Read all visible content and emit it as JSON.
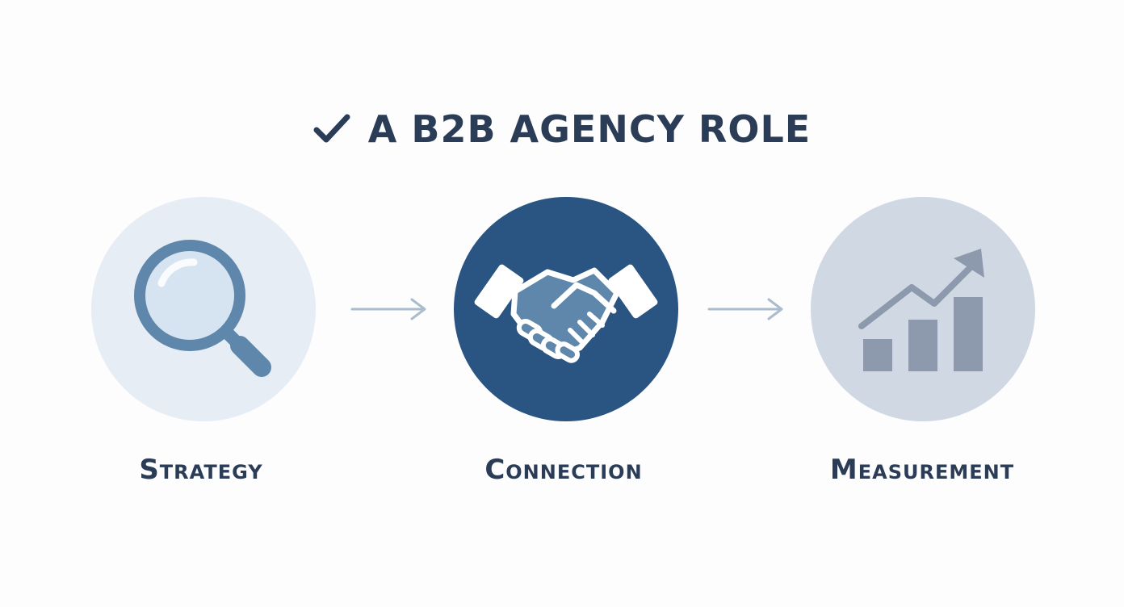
{
  "title": {
    "icon": "check-icon",
    "text": "A B2B AGENCY ROLE"
  },
  "steps": [
    {
      "label": "Strategy",
      "icon": "magnifying-glass-icon",
      "circle_color": "#e6edf5"
    },
    {
      "label": "Connection",
      "icon": "handshake-icon",
      "circle_color": "#2a5482"
    },
    {
      "label": "Measurement",
      "icon": "growth-bar-chart-icon",
      "circle_color": "#d0d8e3"
    }
  ],
  "connectors": [
    "arrow-right-icon",
    "arrow-right-icon"
  ],
  "colors": {
    "text": "#2b3c57",
    "accent_blue": "#5f86ab",
    "arrow": "#aabccd",
    "chart_gray": "#8d99ad"
  }
}
